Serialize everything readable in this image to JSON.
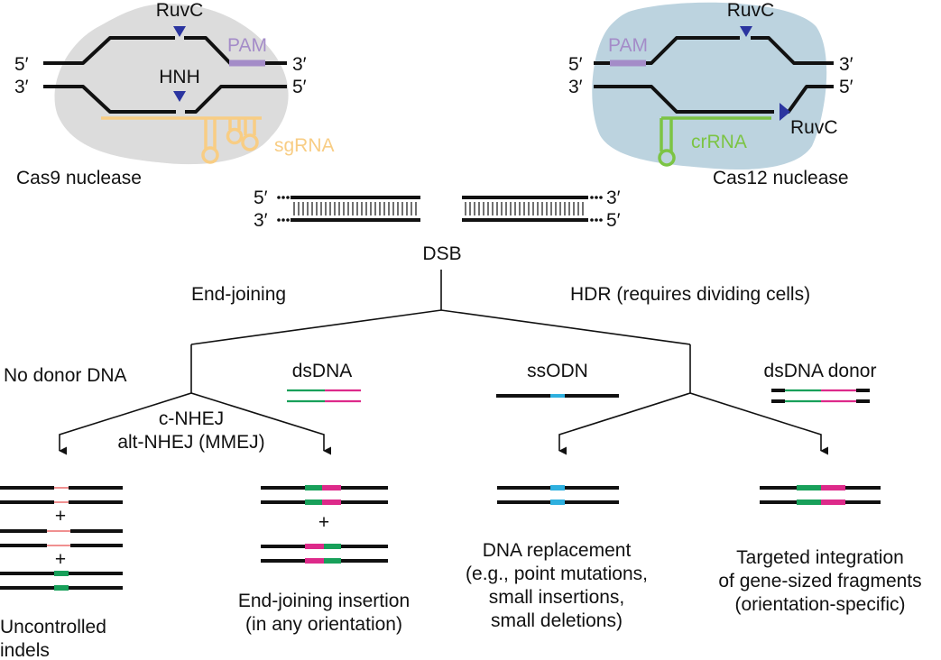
{
  "colors": {
    "cas9_blob": "#dcdcdc",
    "cas12_blob": "#bcd3df",
    "pam": "#a48cc8",
    "sgrna": "#f8cd84",
    "crrna": "#7cc444",
    "cleavage_marker": "#2b35a0",
    "donor_green": "#18a05a",
    "donor_magenta": "#dd2a8a",
    "ssodn_blue": "#2eb0df",
    "indel_red": "#e02020"
  },
  "cas9": {
    "ruvc": "RuvC",
    "hnh": "HNH",
    "pam": "PAM",
    "sgrna": "sgRNA",
    "top_5": "5′",
    "top_3": "3′",
    "bottom_3": "3′",
    "bottom_5": "5′",
    "name": "Cas9 nuclease"
  },
  "cas12": {
    "ruvc_top": "RuvC",
    "ruvc_bottom": "RuvC",
    "pam": "PAM",
    "crrna": "crRNA",
    "top_5": "5′",
    "top_3": "3′",
    "bottom_3": "3′",
    "bottom_5": "5′",
    "name": "Cas12 nuclease"
  },
  "dsb": {
    "label": "DSB",
    "left_top": "5′",
    "left_bottom": "3′",
    "right_top": "3′",
    "right_bottom": "5′"
  },
  "pathways": {
    "end_joining": "End-joining",
    "hdr": "HDR (requires dividing cells)"
  },
  "branches": {
    "no_donor": "No donor DNA",
    "dsdna": "dsDNA",
    "ssodn": "ssODN",
    "dsdna_donor": "dsDNA donor",
    "nhej_1": "c-NHEJ",
    "nhej_2": "alt-NHEJ (MMEJ)"
  },
  "outcomes": {
    "plus_1": "+",
    "plus_2": "+",
    "plus_3": "+",
    "indels_1": "Uncontrolled",
    "indels_2": "indels",
    "ej_1": "End-joining insertion",
    "ej_2": "(in any orientation)",
    "rep_1": "DNA replacement",
    "rep_2": "(e.g., point mutations,",
    "rep_3": "small insertions,",
    "rep_4": "small deletions)",
    "ti_1": "Targeted integration",
    "ti_2": "of gene-sized fragments",
    "ti_3": "(orientation-specific)"
  }
}
